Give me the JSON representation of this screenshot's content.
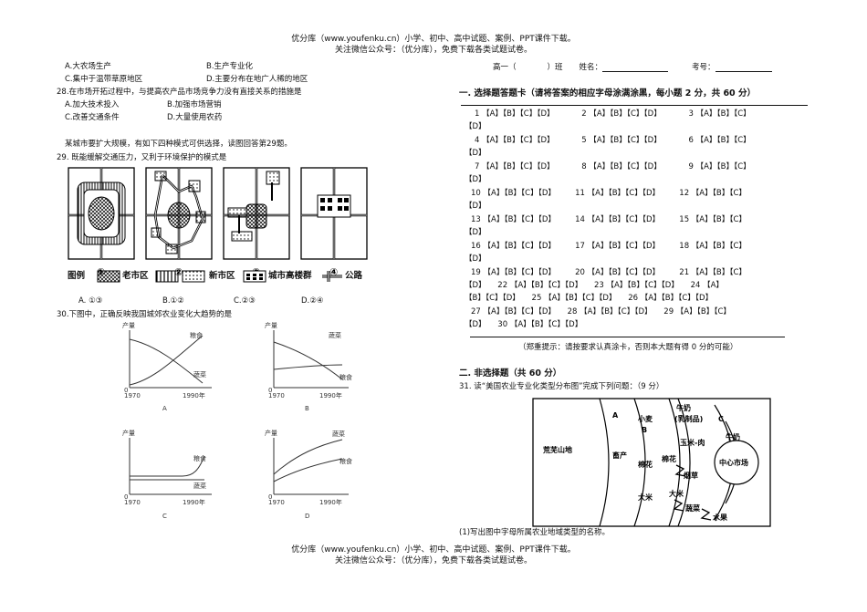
{
  "header": {
    "line1": "优分库（www.youfenku.cn）小学、初中、高中试题、案例、PPT课件下载。",
    "line2": "关注微信公众号：（优分库），免费下载各类试题试卷。"
  },
  "footer": {
    "line1": "优分库（www.youfenku.cn）小学、初中、高中试题、案例、PPT课件下载。",
    "line2": "关注微信公众号：（优分库），免费下载各类试题试卷。"
  },
  "left": {
    "q27_opts": [
      "A.大农场生产",
      "B.生产专业化",
      "C.集中于温带草原地区",
      "D.主要分布在地广人稀的地区"
    ],
    "q28_stem": "28.在市场开拓过程中，与提高农产品市场竞争力没有直接关系的措施是",
    "q28_opts": [
      "A.加大技术投入",
      "B.加强市场营销",
      "C.改善交通条件",
      "D.大量使用农药"
    ],
    "intro29": "某城市要扩大规模，有如下四种模式可供选择，读图回答第29题。",
    "q29_stem": "29. 既能缓解交通压力，又利于环境保护的模式是",
    "model_labels": [
      "①",
      "②",
      "③",
      "④"
    ],
    "legend": {
      "title": "图例",
      "old": "老市区",
      "new": "新市区",
      "tall": "城市高楼群",
      "road": "公路"
    },
    "q29_opts": [
      "A. ①③",
      "B.①②",
      "C.②③",
      "D.②④"
    ],
    "q30_stem": "30.下图中，正确反映我国城郊农业变化大趋势的是",
    "graph_ylabel": "产量",
    "graph_xstart": "1970",
    "graph_xend": "1990年",
    "graph_origin": "0",
    "g1": {
      "top": "粮食",
      "bot": "蔬菜",
      "cap": "A"
    },
    "g2": {
      "top": "蔬菜",
      "bot": "粮食",
      "cap": "B"
    },
    "g3": {
      "top": "粮食",
      "bot": "蔬菜",
      "cap": "C"
    },
    "g4": {
      "top": "蔬菜",
      "bot": "粮食",
      "cap": "D"
    }
  },
  "right": {
    "classline": {
      "prefix": "高一（",
      "suffix": "）班",
      "name": "姓名：",
      "num": "考号："
    },
    "sec1": "一. 选择题答题卡（请将答案的相应字母涂满涂黑，每小题 2 分，共 60 分）",
    "rows": [
      "1 【A】【B】【C】【D】　　　　2 【A】【B】【C】【D】　　　　3 【A】【B】【C】",
      "【D】",
      "4 【A】【B】【C】【D】　　　　5 【A】【B】【C】【D】　　　　6 【A】【B】【C】",
      "【D】",
      "7 【A】【B】【C】【D】　　　　8 【A】【B】【C】【D】　　　　9 【A】【B】【C】",
      "【D】",
      "10 【A】【B】【C】【D】　　　11 【A】【B】【C】【D】　　　12 【A】【B】【C】",
      "【D】",
      "13 【A】【B】【C】【D】　　　14 【A】【B】【C】【D】　　　15 【A】【B】【C】",
      "【D】",
      "16 【A】【B】【C】【D】　　　17 【A】【B】【C】【D】　　　18 【A】【B】【C】",
      "【D】",
      "19 【A】【B】【C】【D】　　　20 【A】【B】【C】【D】　　　21 【A】【B】【C】",
      "【D】　　22 【A】【B】【C】【D】　　23 【A】【B】【C】【D】　　24 【A】",
      "【B】【C】【D】　　25 【A】【B】【C】【D】　　26 【A】【B】【C】【D】",
      "27 【A】【B】【C】【D】　　28 【A】【B】【C】【D】　　29 【A】【B】【C】",
      "【D】　　30 【A】【B】【C】【D】"
    ],
    "reminder": "（郑重提示：请按要求认真涂卡，否则本大题有得 0 分的可能）",
    "sec2": "二. 非选择题（共 60 分）",
    "q31": "31. 读“美国农业专业化类型分布图”完成下列问题：（9 分）",
    "map": {
      "wild": "荒芜山地",
      "A": "A",
      "livestock": "畜产",
      "wheat": "小麦",
      "B": "B",
      "cotton1": "棉花",
      "dairy": "牛奶",
      "dairy2": "(乳制品)",
      "C": "C",
      "milk": "牛奶",
      "corn_hog": "玉米-肉",
      "cotton2": "棉花",
      "tobacco": "烟草",
      "rice1": "大米",
      "rice2": "大米",
      "veg": "蔬菜",
      "fruit": "水果",
      "center": "中心市场"
    },
    "q31_1": "(1)写出图中字母所属农业地域类型的名称。"
  }
}
